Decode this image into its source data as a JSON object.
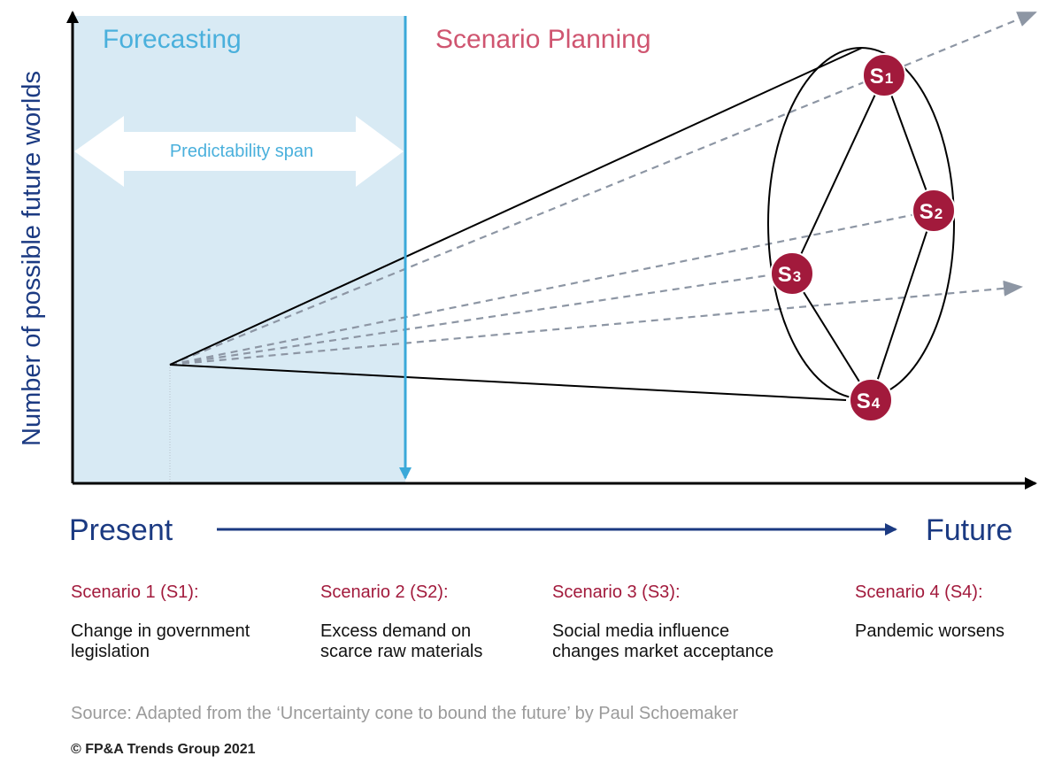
{
  "diagram": {
    "forecasting_label": "Forecasting",
    "scenario_planning_label": "Scenario Planning",
    "predictability_label": "Predictability span",
    "y_axis_label": "Number of possible future worlds",
    "present_label": "Present",
    "future_label": "Future",
    "nodes": [
      {
        "id": "s1",
        "letter": "S",
        "num": "1"
      },
      {
        "id": "s2",
        "letter": "S",
        "num": "2"
      },
      {
        "id": "s3",
        "letter": "S",
        "num": "3"
      },
      {
        "id": "s4",
        "letter": "S",
        "num": "4"
      }
    ]
  },
  "scenarios": [
    {
      "title": "Scenario 1 (S1):",
      "line1": "Change in government",
      "line2": "legislation"
    },
    {
      "title": "Scenario 2 (S2):",
      "line1": "Excess demand on",
      "line2": "scarce raw materials"
    },
    {
      "title": "Scenario 3 (S3):",
      "line1": "Social media influence",
      "line2": "changes market acceptance"
    },
    {
      "title": "Scenario 4 (S4):",
      "line1": "Pandemic worsens",
      "line2": ""
    }
  ],
  "source": "Source:  Adapted from the ‘Uncertainty cone to bound the future’ by Paul Schoemaker",
  "copyright": "© FP&A Trends Group 2021",
  "colors": {
    "forecast_fill": "#d8eaf4",
    "forecast_text": "#4ab0dc",
    "scenario_text": "#cf5570",
    "axis_blue": "#1b3a82",
    "node_fill": "#a21a3c",
    "dashed": "#8d96a4"
  }
}
